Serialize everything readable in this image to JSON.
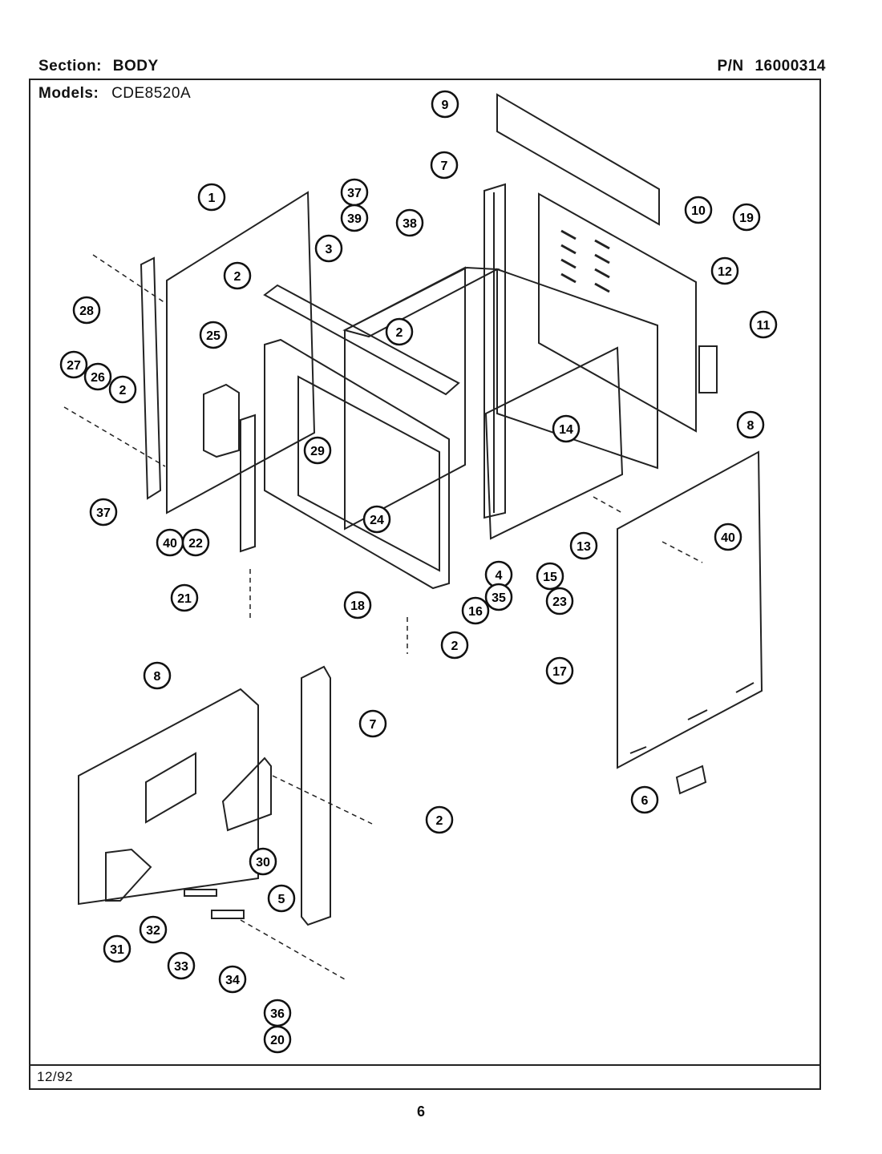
{
  "header": {
    "section_label": "Section:",
    "section_value": "BODY",
    "pn_label": "P/N",
    "pn_value": "16000314",
    "models_label": "Models:",
    "models_value": "CDE8520A"
  },
  "footer": {
    "date": "12/92",
    "page_number": "6"
  },
  "callouts": [
    "9",
    "7",
    "1",
    "37",
    "39",
    "38",
    "10",
    "19",
    "12",
    "11",
    "2",
    "3",
    "28",
    "25",
    "2",
    "27",
    "26",
    "2",
    "8",
    "29",
    "14",
    "37",
    "24",
    "13",
    "40",
    "40",
    "22",
    "4",
    "35",
    "15",
    "23",
    "18",
    "16",
    "21",
    "2",
    "17",
    "8",
    "7",
    "2",
    "6",
    "30",
    "5",
    "32",
    "31",
    "33",
    "34",
    "36",
    "20"
  ]
}
